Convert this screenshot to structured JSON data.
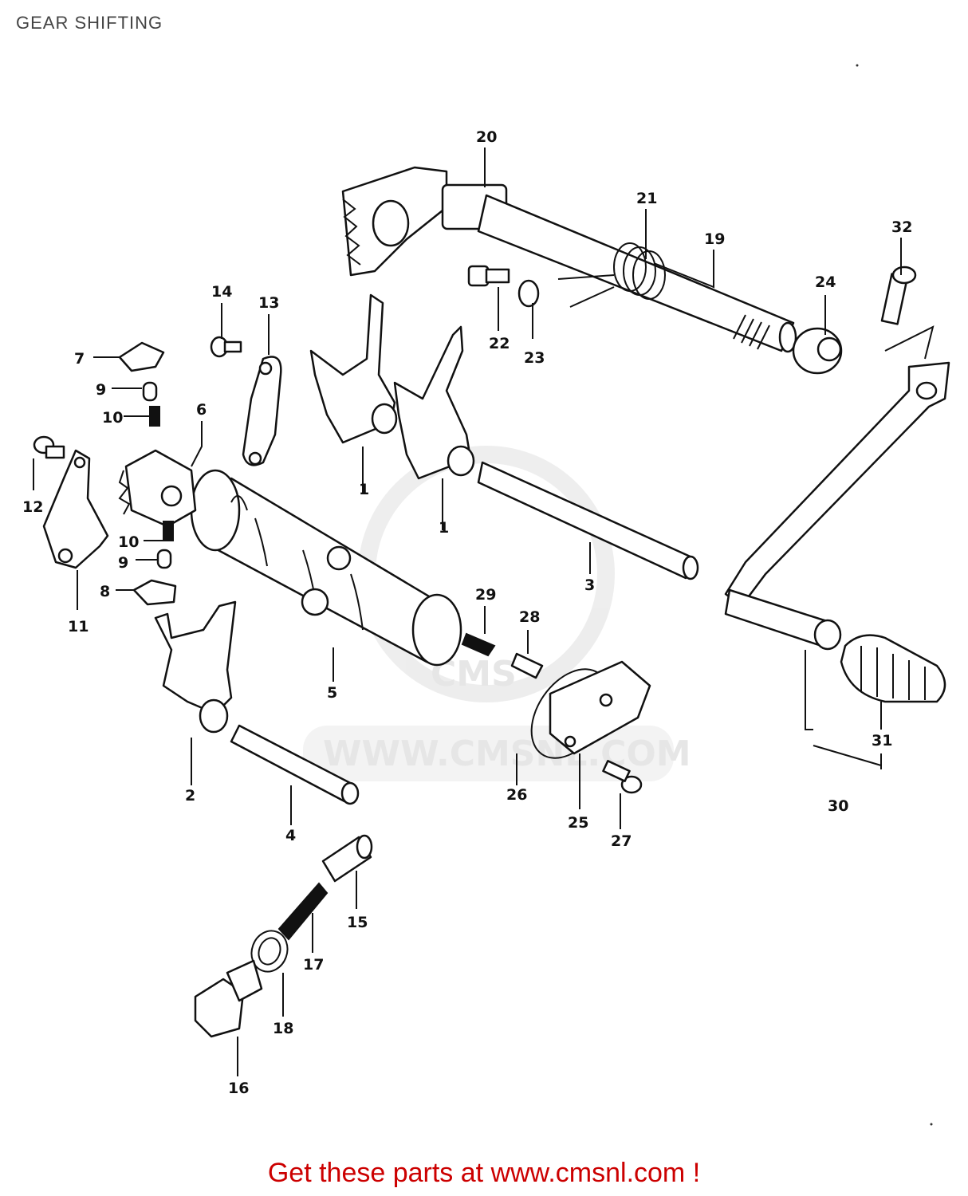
{
  "header": {
    "title": "GEAR SHIFTING"
  },
  "watermark": {
    "text": "WWW.CMSNL.COM",
    "logo_text": "CMS"
  },
  "footer": {
    "link_text": "Get these parts at www.cmsnl.com !"
  },
  "callouts": [
    {
      "id": "c1a",
      "label": "1"
    },
    {
      "id": "c1b",
      "label": "1"
    },
    {
      "id": "c2",
      "label": "2"
    },
    {
      "id": "c3",
      "label": "3"
    },
    {
      "id": "c4",
      "label": "4"
    },
    {
      "id": "c5",
      "label": "5"
    },
    {
      "id": "c6",
      "label": "6"
    },
    {
      "id": "c7",
      "label": "7"
    },
    {
      "id": "c8",
      "label": "8"
    },
    {
      "id": "c9a",
      "label": "9"
    },
    {
      "id": "c9b",
      "label": "9"
    },
    {
      "id": "c10a",
      "label": "10"
    },
    {
      "id": "c10b",
      "label": "10"
    },
    {
      "id": "c11",
      "label": "11"
    },
    {
      "id": "c12",
      "label": "12"
    },
    {
      "id": "c13",
      "label": "13"
    },
    {
      "id": "c14",
      "label": "14"
    },
    {
      "id": "c15",
      "label": "15"
    },
    {
      "id": "c16",
      "label": "16"
    },
    {
      "id": "c17",
      "label": "17"
    },
    {
      "id": "c18",
      "label": "18"
    },
    {
      "id": "c19",
      "label": "19"
    },
    {
      "id": "c20",
      "label": "20"
    },
    {
      "id": "c21",
      "label": "21"
    },
    {
      "id": "c22",
      "label": "22"
    },
    {
      "id": "c23",
      "label": "23"
    },
    {
      "id": "c24",
      "label": "24"
    },
    {
      "id": "c25",
      "label": "25"
    },
    {
      "id": "c26",
      "label": "26"
    },
    {
      "id": "c27",
      "label": "27"
    },
    {
      "id": "c28",
      "label": "28"
    },
    {
      "id": "c29",
      "label": "29"
    },
    {
      "id": "c30",
      "label": "30"
    },
    {
      "id": "c31",
      "label": "31"
    },
    {
      "id": "c32",
      "label": "32"
    }
  ]
}
